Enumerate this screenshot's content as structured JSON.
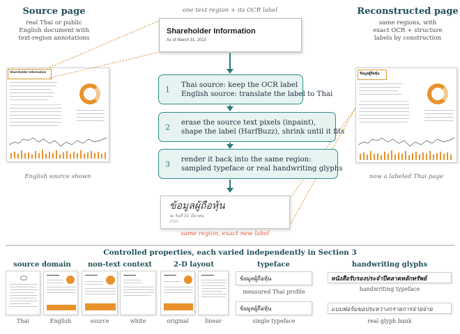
{
  "left": {
    "title": "Source page",
    "desc": [
      "real Thai or public",
      "English document with",
      "text-region annotations"
    ],
    "caption": "English source shown",
    "doc_header": "Shareholder Information"
  },
  "top_center": {
    "label": "one text region + its OCR label",
    "region_title": "Shareholder Information",
    "region_sub": "As of March 31, 2010"
  },
  "steps": [
    {
      "num": "1",
      "lines": [
        "Thai source: keep the OCR label",
        "English source: translate the label to Thai"
      ]
    },
    {
      "num": "2",
      "lines": [
        "erase the source text pixels (inpaint),",
        "shape the label (HarfBuzz), shrink until it fits"
      ]
    },
    {
      "num": "3",
      "lines": [
        "render it back into the same region:",
        "sampled typeface  or  real handwriting glyphs"
      ]
    }
  ],
  "output": {
    "thai_title": "ข้อมูลผู้ถือหุ้น",
    "thai_sub": "ณ วันที่ 31 มีนาคม",
    "year": "2553",
    "caption": "same region, exact new label"
  },
  "right": {
    "title": "Reconstructed page",
    "desc": [
      "same regions, with",
      "exact OCR + structure",
      "labels by construction"
    ],
    "caption": "now a labeled Thai page",
    "doc_header": "ข้อมูลผู้ถือหุ้น"
  },
  "bottom": {
    "heading": "Controlled properties, each varied independently in Section 3",
    "groups": [
      {
        "name": "source domain",
        "captions": [
          "Thai",
          "English"
        ]
      },
      {
        "name": "non-text context",
        "captions": [
          "source",
          "white"
        ]
      },
      {
        "name": "2-D layout",
        "captions": [
          "original",
          "linear"
        ]
      },
      {
        "name": "typeface",
        "captions": [
          "measured Thai profile",
          "single typeface"
        ],
        "sample": "ข้อมูลผู้ถือหุ้น"
      },
      {
        "name": "handwriting glyphs",
        "captions": [
          "handwriting typeface",
          "real glyph bank"
        ],
        "samples": [
          "หนังสือรับรองประจำปีตลาดหลักทรัพย์",
          "แบบฟอร์มขอประหว่างกรายการจ่ายจ่าย"
        ]
      }
    ]
  },
  "colors": {
    "teal": "#2a7b7a",
    "orange": "#e9922b",
    "step_fill": "#e6f3f1",
    "red_caption": "#e0552e"
  }
}
